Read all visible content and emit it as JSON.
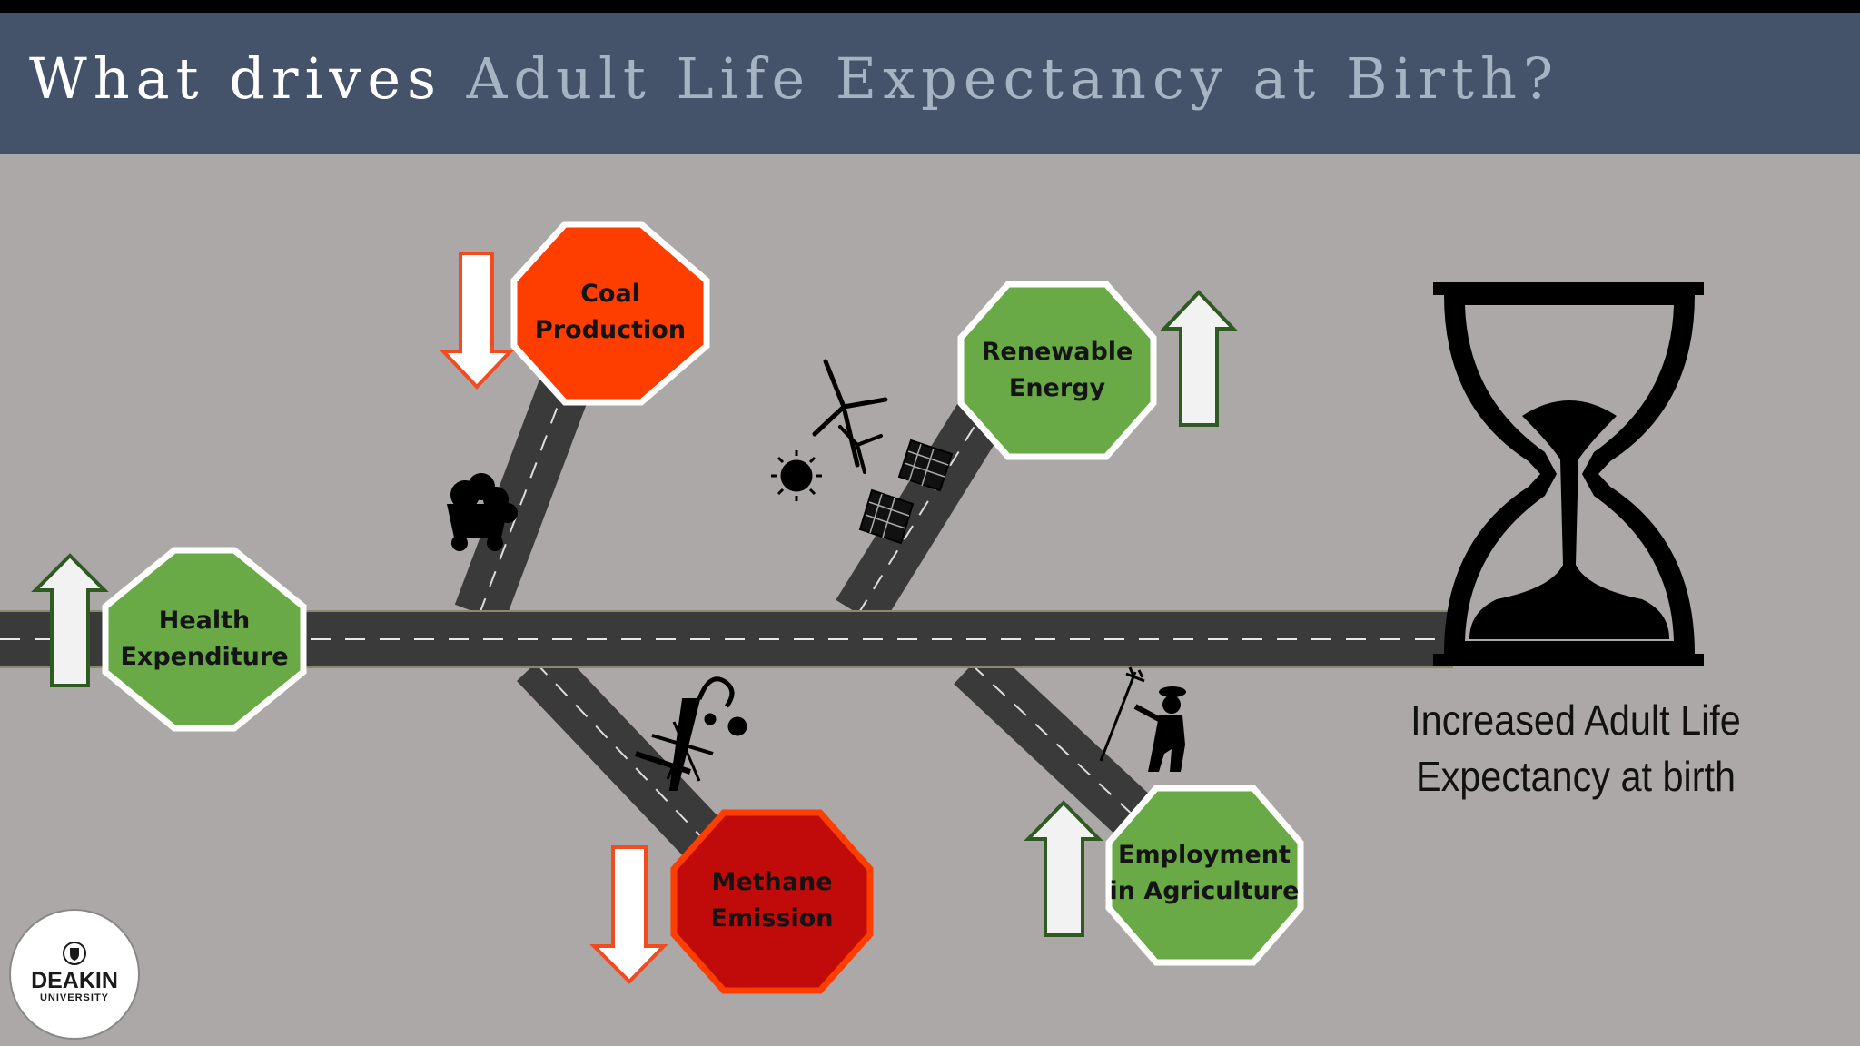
{
  "header": {
    "title_lead": "What drives",
    "title_accent": "Adult Life Expectancy at Birth?"
  },
  "drivers": [
    {
      "line1": "Health",
      "line2": "Expenditure",
      "direction": "up",
      "color": "#6aaa46"
    },
    {
      "line1": "Coal",
      "line2": "Production",
      "direction": "down",
      "color": "#fe3d00"
    },
    {
      "line1": "Renewable",
      "line2": "Energy",
      "direction": "up",
      "color": "#6aaa46"
    },
    {
      "line1": "Methane",
      "line2": "Emission",
      "direction": "down",
      "color": "#c10a0a"
    },
    {
      "line1": "Employment",
      "line2": "in Agriculture",
      "direction": "up",
      "color": "#6aaa46"
    }
  ],
  "outcome": {
    "line1": "Increased Adult Life",
    "line2": "Expectancy at birth",
    "icon": "hourglass-icon"
  },
  "icons": [
    "coal-cart-icon",
    "sun-icon",
    "wind-turbine-icon",
    "solar-panel-icon",
    "oil-rig-icon",
    "farmer-icon"
  ],
  "logo": {
    "name": "DEAKIN",
    "sub": "UNIVERSITY"
  },
  "colors": {
    "header": "#445369",
    "background": "#aca8a8",
    "road": "#3a3a3a",
    "increase_arrow": "#f2f2f2",
    "increase_arrow_border": "#2f5a22",
    "decrease_arrow": "#ffffff",
    "decrease_arrow_border": "#f24b20"
  }
}
